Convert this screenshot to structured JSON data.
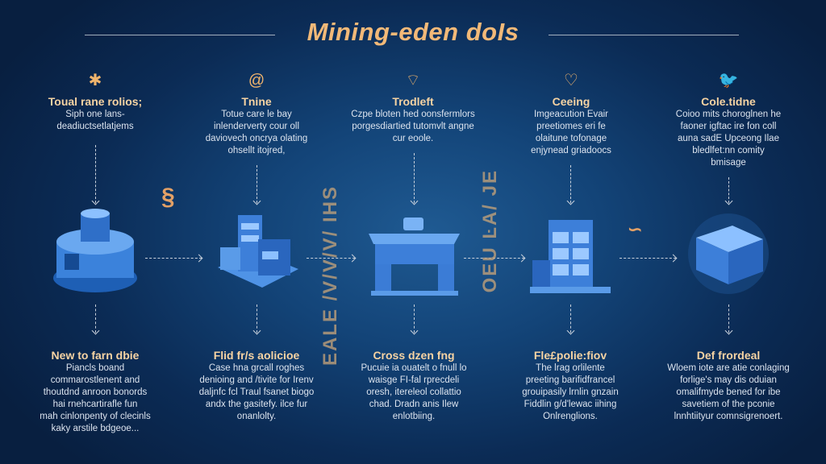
{
  "title": "Mining-eden doIs",
  "top_steps": [
    {
      "icon": "asterisk-icon",
      "glyph": "✱",
      "title": "Toual rane rolios;",
      "text": "Siph one lans-\ndeadiuctsetlatjems"
    },
    {
      "icon": "at-sign-icon",
      "glyph": "@",
      "title": "Tnine",
      "text": "Totue care le bay\ninlenderverty cour oll\ndaviovech oncrya olating\nohsellt itojred,"
    },
    {
      "icon": "wifi-icon",
      "glyph": "⌔",
      "title": "Trodleft",
      "text": "Czpe bloten hed oonsfermlors\nporgesdiartied tutomvlt angne\ncur eoole."
    },
    {
      "icon": "lightbulb-icon",
      "glyph": "♡",
      "title": "Ceeing",
      "text": "Imgeacution Evair\npreetiomes eri fe\nolaitune tofonage\nenjynead griadoocs"
    },
    {
      "icon": "bird-icon",
      "glyph": "🐦",
      "title": "Cole.tidne",
      "text": "Coioo mits choroglnen he\nfaoner igftac ire fon coll\nauna sadE Upceong Ilae\nbledlfet:nn comity\nbmisage"
    }
  ],
  "bottom_steps": [
    {
      "title": "New to farn dbie",
      "text": "Piancls boand\ncommarostlenent and\nthoutdnd anroon bonords\nhai rnehcartirafle fun\nmah cinlonpenty of clecinls\nkaky arstile bdgeoe..."
    },
    {
      "title": "Flid fr/s aolicioe",
      "text": "Case hna grcall roghes\ndenioing and /tivite for Irenv\ndaljnfc fcl Traul fsanet biogo\nandx the gasitefy. ilce fur\nonanlolty."
    },
    {
      "title": "Cross dzen fng",
      "text": "Pucuie ia ouatelt o fnull lo\nwaisge FI-fal rprecdeli\noresh, itereleol collattio\nchad. Dradn anis Ilew\nenlotbiing."
    },
    {
      "title": "Fle£polie:fiov",
      "text": "The lrag orlilente\npreeting barifidfrancel\ngrouipasily lrnlin gnzain\nFiddlin g/d'lewac iihing\nOnlrenglions."
    },
    {
      "title": "Def frordeal",
      "text": "Wloem iote are atie conlaging\nforlige's may dis oduian\nomalifmyde bened for ibe\nsavetiem of the pconie\nlnnhtiityur comnsigrenoert."
    }
  ],
  "side_labels": [
    "EALE /V/V/V/ IHS",
    "OEU ĿA/ JE"
  ],
  "colors": {
    "accent": "#f2b978",
    "bg": "#0b2b55",
    "illustration": "#3d7fd9"
  }
}
